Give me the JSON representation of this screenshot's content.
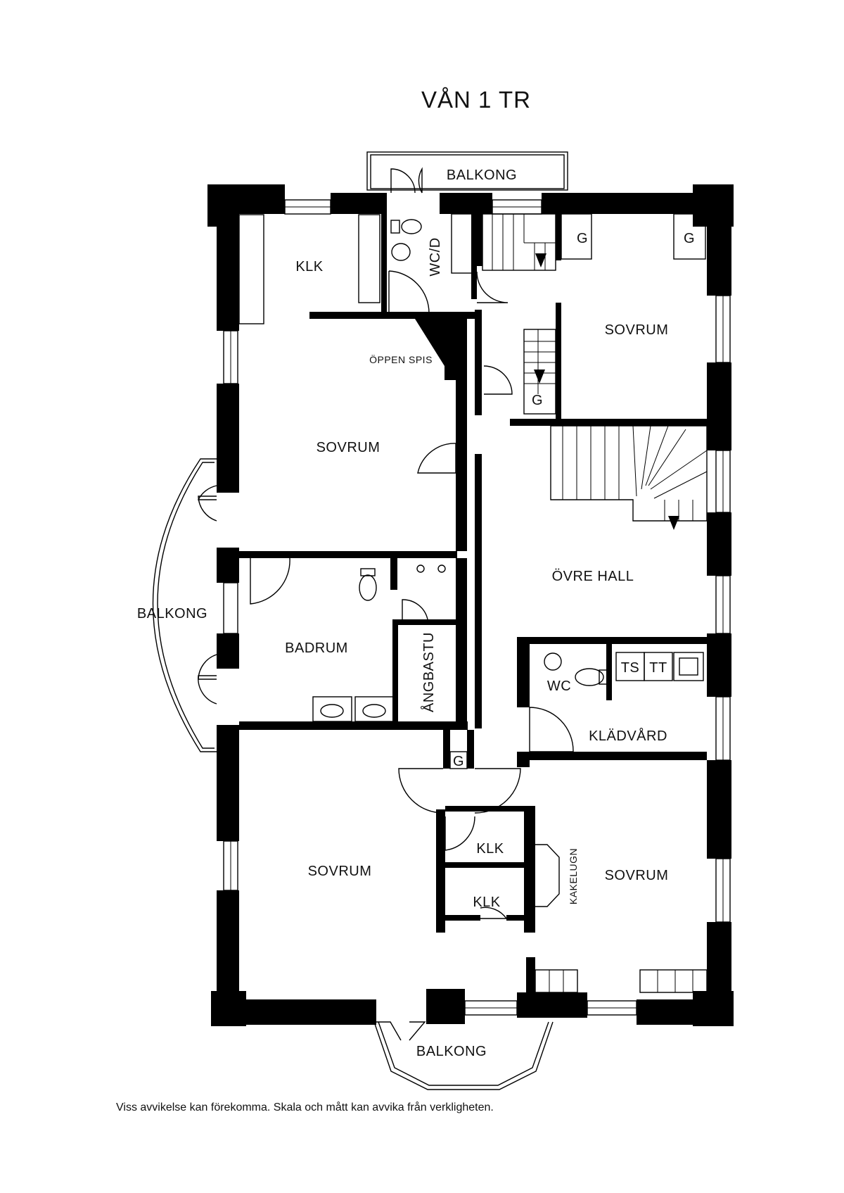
{
  "floor_title": "VÅN 1 TR",
  "rooms": {
    "balkong_north": "BALKONG",
    "balkong_west": "BALKONG",
    "balkong_south": "BALKONG",
    "klk_north": "KLK",
    "wc_d": "WC/D",
    "g_stair": "G",
    "g_nook": "G",
    "sovrum_ne": "SOVRUM",
    "oppen_spis": "ÖPPEN SPIS",
    "g_hall": "G",
    "sovrum_nw": "SOVRUM",
    "ovre_hall": "ÖVRE HALL",
    "badrum": "BADRUM",
    "angbastu": "ÅNGBASTU",
    "wc": "WC",
    "ts": "TS",
    "tt": "TT",
    "kladvard": "KLÄDVÅRD",
    "g_lower": "G",
    "sovrum_sw": "SOVRUM",
    "klk_a": "KLK",
    "klk_b": "KLK",
    "kakelugn": "KAKELUGN",
    "sovrum_se": "SOVRUM"
  },
  "disclaimer": "Viss avvikelse kan förekomma. Skala och mått kan avvika från verkligheten."
}
